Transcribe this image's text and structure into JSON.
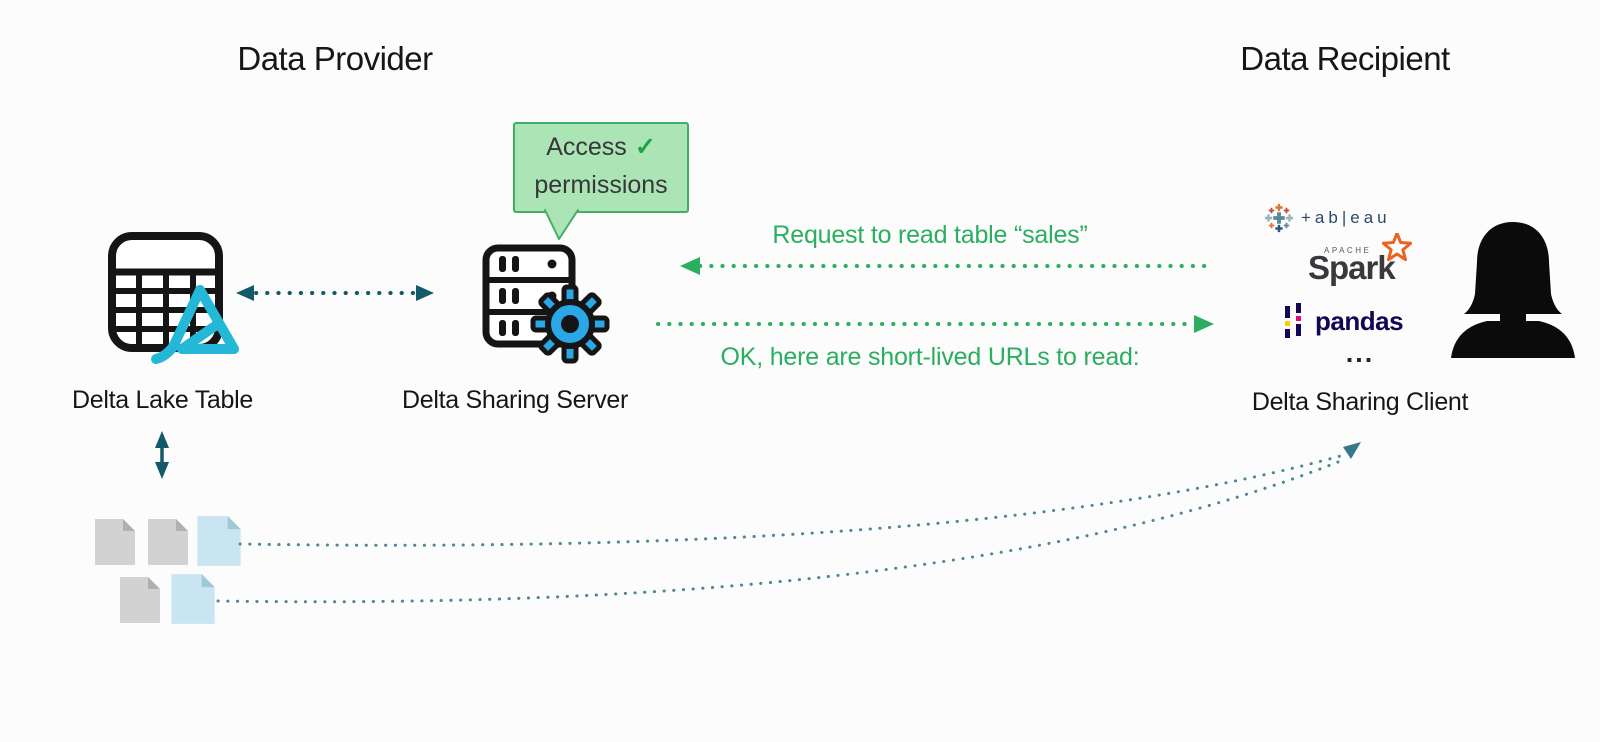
{
  "diagram": {
    "provider_title": "Data Provider",
    "recipient_title": "Data Recipient"
  },
  "bubble": {
    "line1": "Access",
    "check": "✓",
    "line2": "permissions"
  },
  "messages": {
    "request": "Request to read table “sales”",
    "response": "OK, here are short-lived URLs to read:"
  },
  "nodes": {
    "table_label": "Delta Lake Table",
    "server_label": "Delta Sharing Server",
    "client_label": "Delta Sharing Client"
  },
  "client_tools": {
    "tableau": "+ab|eau",
    "spark_apache": "APACHE",
    "spark": "Spark",
    "pandas": "pandas",
    "ellipsis": "..."
  },
  "colors": {
    "background": "#fbfcfb",
    "green_accent": "#2bae60",
    "teal_dark": "#14586b",
    "teal_curve": "#4d8799",
    "bubble_fill": "#abe5b5",
    "bubble_border": "#44ad68",
    "delta_cyan": "#25b7d8",
    "gear_blue": "#2aa7e6",
    "pandas_navy": "#130754",
    "spark_orange": "#e8641f",
    "tableau_navy": "#2c4a68",
    "file_gray": "#d2d2d2",
    "file_blue": "#c9e5f1"
  }
}
